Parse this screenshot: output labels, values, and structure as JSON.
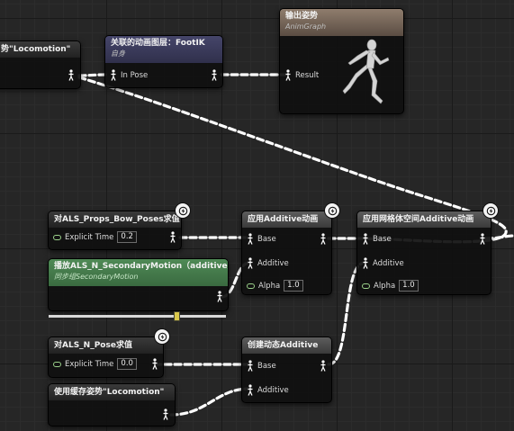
{
  "nodes": {
    "use_cached_top": {
      "title": "势\"Locomotion\""
    },
    "linked_layer": {
      "title": "关联的动画图层：FootIK",
      "subtitle": "自身",
      "in_pose": "In Pose"
    },
    "output_pose": {
      "title": "输出姿势",
      "subtitle": "AnimGraph",
      "result": "Result"
    },
    "bow_poses": {
      "title": "对ALS_Props_Bow_Poses求值",
      "explicit_time_label": "Explicit Time",
      "explicit_time_value": "0.2"
    },
    "secondary_motion": {
      "title": "播放ALS_N_SecondaryMotion（additive）",
      "subtitle": "同步组SecondaryMotion"
    },
    "apply_additive": {
      "title": "应用Additive动画",
      "base": "Base",
      "additive": "Additive",
      "alpha_label": "Alpha",
      "alpha_value": "1.0"
    },
    "apply_mesh_additive": {
      "title": "应用网格体空间Additive动画",
      "base": "Base",
      "additive": "Additive",
      "alpha_label": "Alpha",
      "alpha_value": "1.0"
    },
    "n_pose": {
      "title": "对ALS_N_Pose求值",
      "explicit_time_label": "Explicit Time",
      "explicit_time_value": "0.0"
    },
    "make_dynamic_additive": {
      "title": "创建动态Additive",
      "base": "Base",
      "additive": "Additive"
    },
    "use_cached_bottom": {
      "title": "使用缓存姿势\"Locomotion\""
    }
  },
  "slider": {
    "position": 0.72
  },
  "colors": {
    "wire": "#ffffff",
    "exec_pin": "#9bd18a",
    "slider_knob": "#d9c74a"
  },
  "icons": {
    "fast_path": "lightning-bolt-icon",
    "pose_pin": "pose-figure-icon",
    "mannequin": "running-mannequin-icon"
  }
}
